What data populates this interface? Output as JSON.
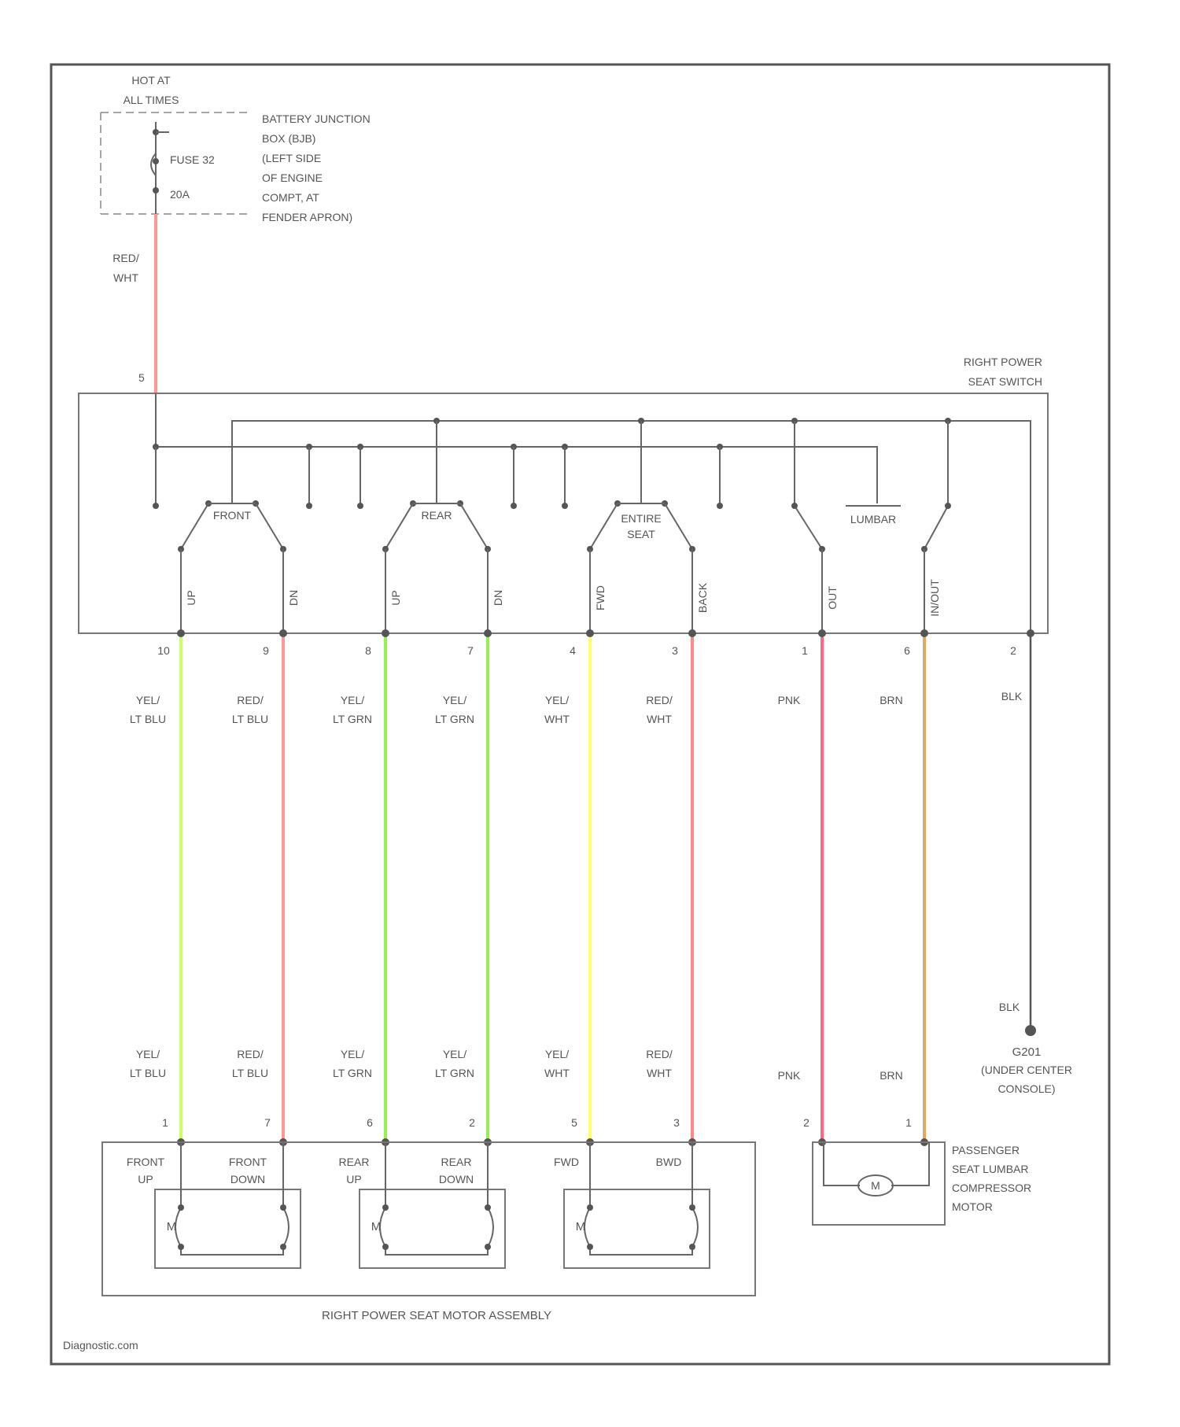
{
  "source": {
    "hot_at": "HOT AT",
    "all_times": "ALL TIMES",
    "fuse_label": "FUSE 32",
    "fuse_rating": "20A",
    "location_lines": [
      "BATTERY JUNCTION",
      "BOX (BJB)",
      "(LEFT SIDE",
      "OF ENGINE",
      "COMPT, AT",
      "FENDER APRON)"
    ]
  },
  "feed_wire": {
    "color": "RED/\nWHT",
    "pin": "5"
  },
  "switch": {
    "title_lines": [
      "RIGHT POWER",
      "SEAT SWITCH"
    ],
    "sections": [
      "FRONT",
      "REAR",
      "ENTIRE\nSEAT",
      "LUMBAR"
    ],
    "terminal_labels": [
      "UP",
      "DN",
      "UP",
      "DN",
      "FWD",
      "BACK",
      "OUT",
      "IN/OUT"
    ]
  },
  "wires": [
    {
      "pin_top": "10",
      "color": "YEL/\nLT BLU",
      "hex": "#ccff66",
      "pin_bottom": "1"
    },
    {
      "pin_top": "9",
      "color": "RED/\nLT BLU",
      "hex": "#ff9999",
      "pin_bottom": "7"
    },
    {
      "pin_top": "8",
      "color": "YEL/\nLT GRN",
      "hex": "#99ee55",
      "pin_bottom": "6"
    },
    {
      "pin_top": "7",
      "color": "YEL/\nLT GRN",
      "hex": "#99ee55",
      "pin_bottom": "2"
    },
    {
      "pin_top": "4",
      "color": "YEL/\nWHT",
      "hex": "#ffff66",
      "pin_bottom": "5"
    },
    {
      "pin_top": "3",
      "color": "RED/\nWHT",
      "hex": "#ff8888",
      "pin_bottom": "3"
    },
    {
      "pin_top": "1",
      "color": "PNK",
      "hex": "#ff6688",
      "pin_bottom": "2"
    },
    {
      "pin_top": "6",
      "color": "BRN",
      "hex": "#e0aa66",
      "pin_bottom": "1"
    },
    {
      "pin_top": "2",
      "color": "BLK",
      "hex": "#555555",
      "pin_bottom": ""
    }
  ],
  "ground": {
    "wire_color": "BLK",
    "name": "G201",
    "location_lines": [
      "(UNDER CENTER",
      "CONSOLE)"
    ]
  },
  "motor_assembly": {
    "title": "RIGHT POWER SEAT MOTOR ASSEMBLY",
    "terminal_labels": [
      [
        "FRONT",
        "UP"
      ],
      [
        "FRONT",
        "DOWN"
      ],
      [
        "REAR",
        "UP"
      ],
      [
        "REAR",
        "DOWN"
      ],
      [
        "FWD"
      ],
      [
        "BWD"
      ]
    ],
    "motor_symbol": "M"
  },
  "lumbar_motor": {
    "title_lines": [
      "PASSENGER",
      "SEAT LUMBAR",
      "COMPRESSOR",
      "MOTOR"
    ],
    "motor_symbol": "M"
  },
  "watermark": "Diagnostic.com",
  "colors": {
    "frame": "#555555",
    "text": "#555555",
    "background": "#ffffff"
  }
}
